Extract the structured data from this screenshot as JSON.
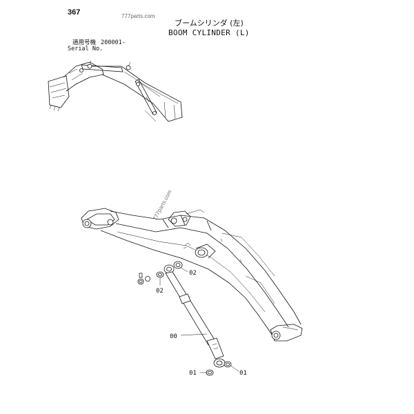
{
  "header": {
    "page_number": "367",
    "watermark": "777parts.com",
    "title_jp": "ブームシリンダ (左)",
    "title_en": "BOOM CYLINDER (L)",
    "applicable_jp": "適用号機",
    "serial_range": "200001-",
    "serial_label": "Serial No."
  },
  "diagram": {
    "watermark_mid": "777parts.com",
    "callouts": [
      {
        "id": "label-02-right",
        "text": "02"
      },
      {
        "id": "label-02-left",
        "text": "02"
      },
      {
        "id": "label-00",
        "text": "00"
      },
      {
        "id": "label-01-left",
        "text": "01"
      },
      {
        "id": "label-01-right",
        "text": "01"
      }
    ]
  }
}
